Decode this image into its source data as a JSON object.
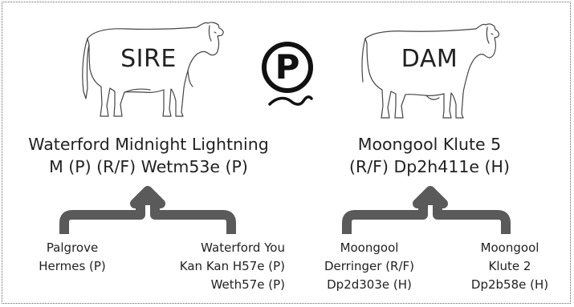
{
  "sire": {
    "label": "SIRE",
    "name_line1": "Waterford Midnight Lightning",
    "name_line2": "M (P) (R/F) Wetm53e (P)",
    "grandparents": [
      {
        "line1": "Palgrove",
        "line2": "Hermes (P)",
        "line3": ""
      },
      {
        "line1": "Waterford You",
        "line2": "Kan Kan H57e (P)",
        "line3": "Weth57e (P)"
      }
    ]
  },
  "dam": {
    "label": "DAM",
    "name_line1": "Moongool Klute 5",
    "name_line2": "(R/F) Dp2h411e (H)",
    "grandparents": [
      {
        "line1": "Moongool",
        "line2": "Derringer (R/F)",
        "line3": "Dp2d303e (H)"
      },
      {
        "line1": "Moongool",
        "line2": "Klute 2",
        "line3": "Dp2b58e (H)"
      }
    ]
  },
  "brand": {
    "letter": "P"
  },
  "colors": {
    "arrow": "#5a5a5a",
    "outline": "#444444",
    "text": "#222222"
  }
}
